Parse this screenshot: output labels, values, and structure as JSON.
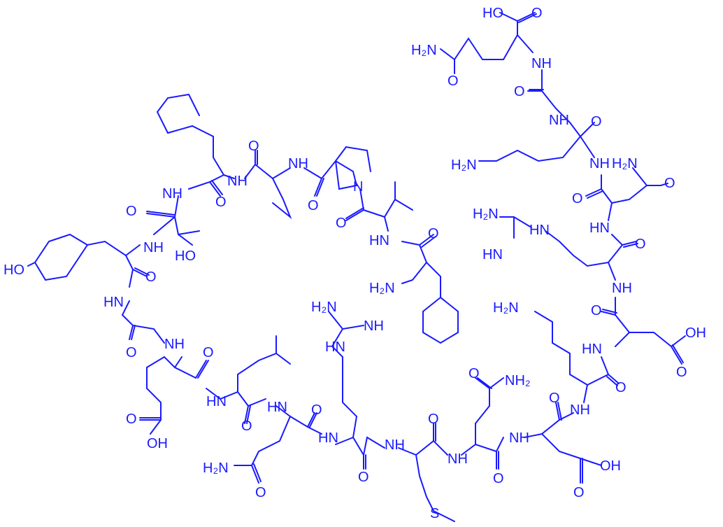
{
  "structure": {
    "ink_color": "#1a1aff",
    "atom_labels": {
      "cooh_oh": "HO",
      "cooh_o": "O",
      "glu21_nh2": "H₂N",
      "glu21_o": "O",
      "glu21_nh": "NH",
      "gly20_o": "O",
      "gly20_nh": "NH",
      "lys19_o": "O",
      "lys19_nh2": "H₂N",
      "lys19_nh": "NH",
      "asn18_nh2": "H₂N",
      "asn18_o_side": "O",
      "asn18_o": "O",
      "asn18_nh": "HN",
      "arg17_nh2": "H₂N",
      "arg17_nh": "HN",
      "arg17_imine": "HN",
      "arg17_o": "O",
      "arg17_bb_nh": "NH",
      "glu16_o": "O",
      "glu16_oh": "OH",
      "glu16_o_side": "O",
      "glu16_nh": "HN",
      "lys15_nh2": "H₂N",
      "lys15_o": "O",
      "lys15_nh": "NH",
      "glu14_o": "O",
      "glu14_oh": "OH",
      "glu14_o_side": "O",
      "glu14_nh": "NH",
      "gln13_o": "O",
      "gln13_nh2": "NH₂",
      "gln13_o_side": "O",
      "gln13_nh": "NH",
      "met12_o": "O",
      "met12_s": "S",
      "met12_nh": "NH",
      "arg11_o": "O",
      "arg11_nh2": "H₂N",
      "arg11_imine": "NH",
      "arg11_nh": "HN",
      "arg11_bb_nh": "HN",
      "gln10_o": "O",
      "gln10_nh2": "H₂N",
      "gln10_o_side": "O",
      "gln10_nh": "HN",
      "leu9_o": "O",
      "leu9_nh": "HN",
      "glu8_o": "O",
      "glu8_oh": "OH",
      "glu8_o_side": "O",
      "glu8_nh": "NH",
      "gly7_o": "O",
      "gly7_nh": "HN",
      "tyr6_o": "O",
      "tyr6_ho": "HO",
      "tyr6_nh": "NH",
      "thr5_o": "O",
      "thr5_oh": "HO",
      "thr5_nh": "NH",
      "phe4_o": "O",
      "phe4_nh": "NH",
      "ile3_o": "O",
      "ile3_nh": "NH",
      "pro2_o": "O",
      "pro2_n": "N",
      "val1_o": "O",
      "val1_nh": "HN",
      "phe0_o": "O",
      "phe0_nh2": "H₂N"
    }
  }
}
